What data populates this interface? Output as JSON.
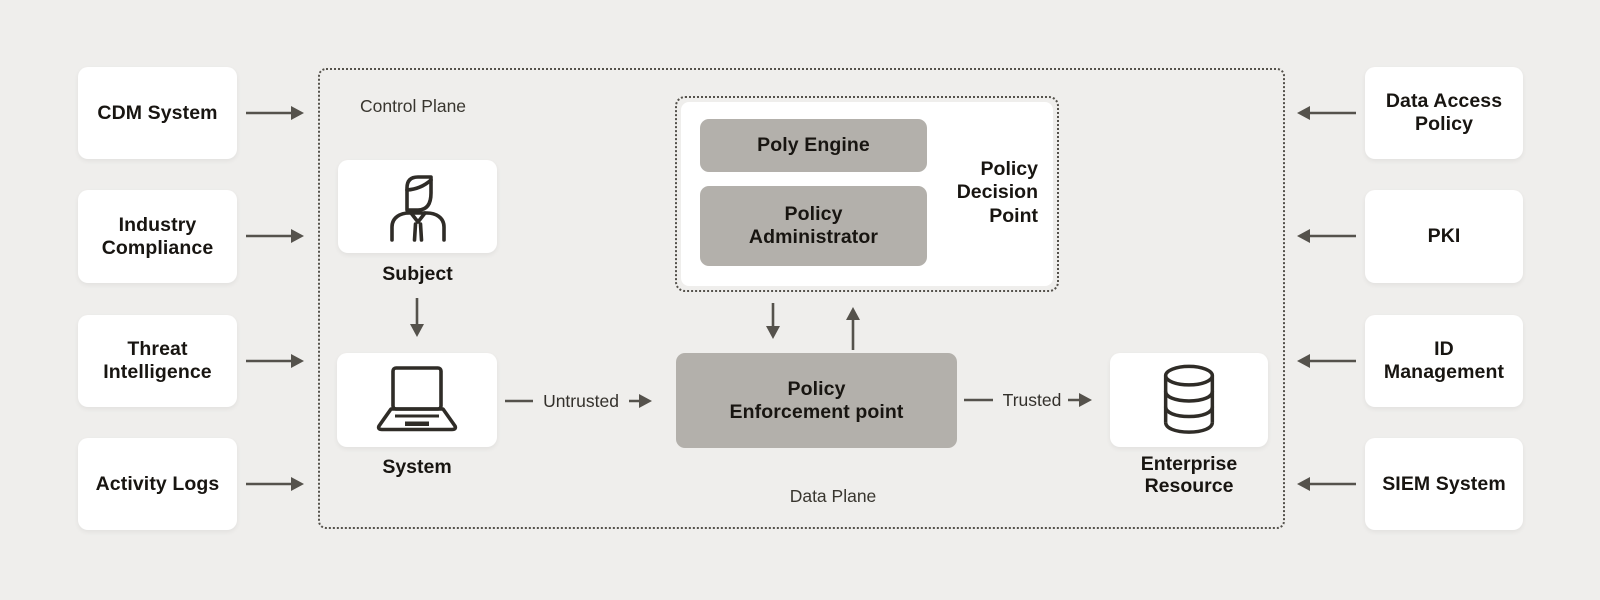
{
  "palette": {
    "background": "#efeeec",
    "card_white": "#ffffff",
    "box_gray": "#b3b0ab",
    "line_dark": "#55524c",
    "text_dark": "#181511"
  },
  "left_sources": {
    "items": [
      "CDM System",
      "Industry\nCompliance",
      "Threat\nIntelligence",
      "Activity Logs"
    ]
  },
  "right_sources": {
    "items": [
      "Data Access\nPolicy",
      "PKI",
      "ID\nManagement",
      "SIEM System"
    ]
  },
  "planes": {
    "control_label": "Control Plane",
    "data_label": "Data Plane"
  },
  "pdp": {
    "engine_label": "Poly Engine",
    "administrator_label": "Policy\nAdministrator",
    "group_label": "Policy\nDecision\nPoint"
  },
  "nodes": {
    "subject_label": "Subject",
    "system_label": "System",
    "pep_label": "Policy\nEnforcement point",
    "enterprise_label": "Enterprise\nResource"
  },
  "edges": {
    "untrusted_label": "Untrusted",
    "trusted_label": "Trusted"
  },
  "icons": {
    "subject": "person-icon",
    "system": "laptop-icon",
    "enterprise": "database-icon"
  }
}
